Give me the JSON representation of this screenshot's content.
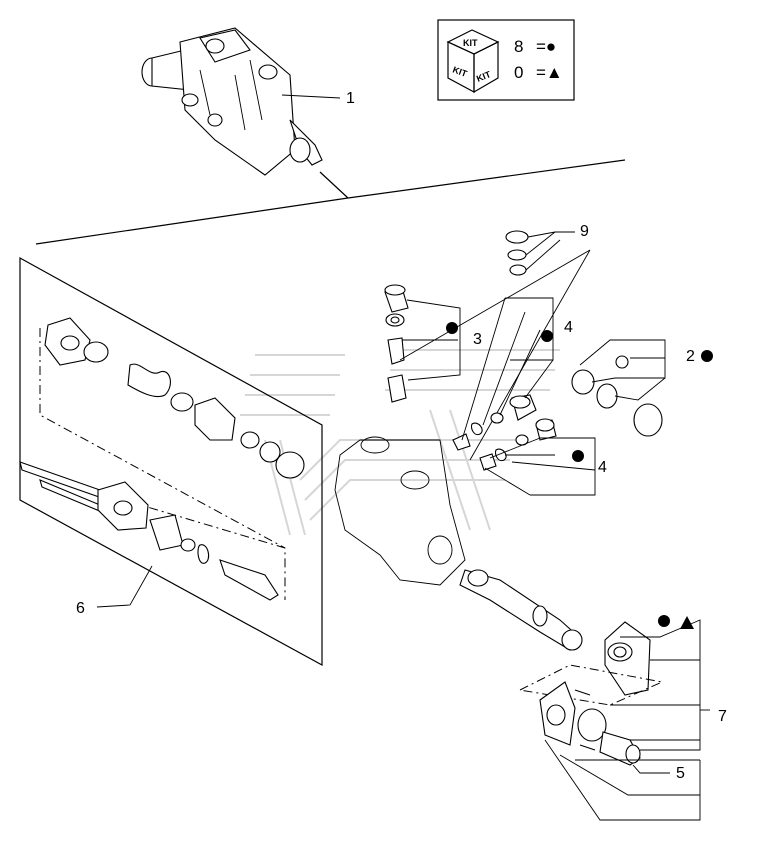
{
  "legend": {
    "kit_word": "KIT",
    "row1_number": "8",
    "row1_symbol": "=●",
    "row2_number": "0",
    "row2_symbol": "=▲"
  },
  "callouts": {
    "c1": "1",
    "c2": "2",
    "c3": "3",
    "c4a": "4",
    "c4b": "4",
    "c5": "5",
    "c6": "6",
    "c7": "7",
    "c9": "9"
  },
  "symbols": {
    "dot": "●",
    "triangle": "▲"
  }
}
